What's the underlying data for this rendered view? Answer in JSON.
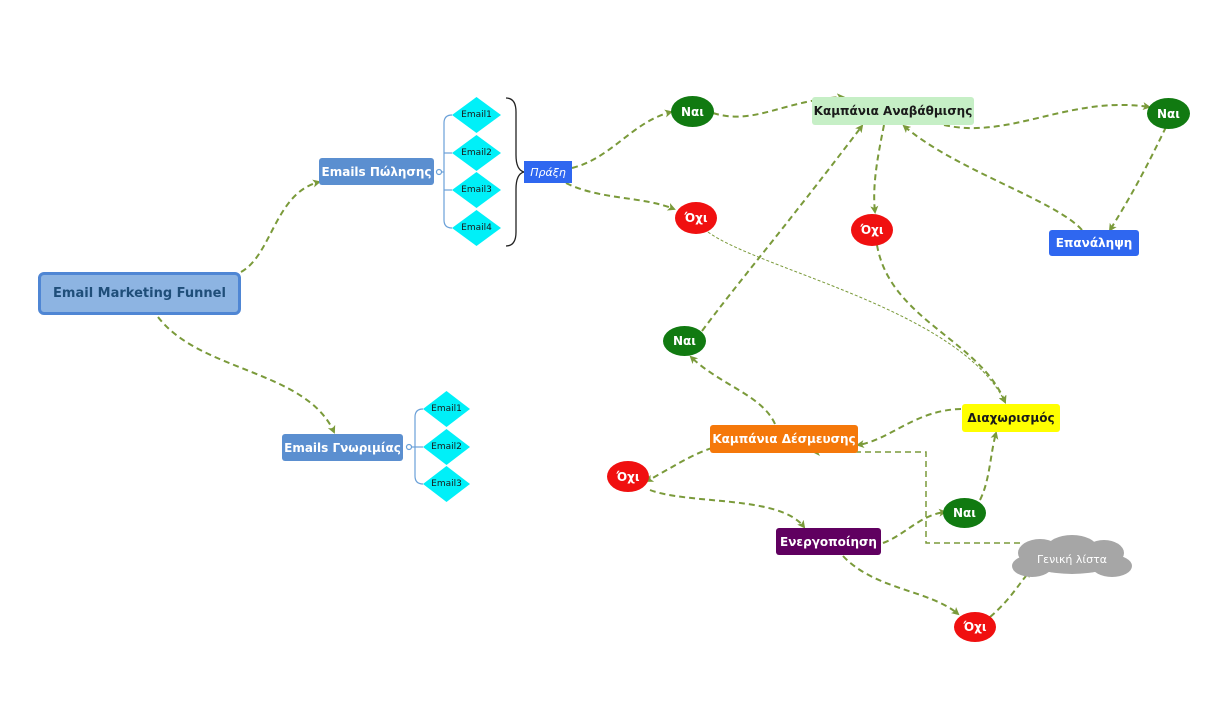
{
  "nodes": {
    "root": "Email Marketing Funnel",
    "sales": "Emails Πώλησης",
    "intro": "Emails Γνωριμίας",
    "sales_emails": [
      "Email1",
      "Email2",
      "Email3",
      "Email4"
    ],
    "intro_emails": [
      "Email1",
      "Email2",
      "Email3"
    ],
    "praxi": "Πράξη",
    "yes_1": "Ναι",
    "no_1": "Όχι",
    "upgrade": "Καμπάνια Αναβάθμισης",
    "yes_2": "Ναι",
    "repeat": "Επανάληψη",
    "no_2": "Όχι",
    "segment": "Διαχωρισμός",
    "yes_3": "Ναι",
    "commit": "Καμπάνια Δέσμευσης",
    "no_3": "Όχι",
    "activate": "Ενεργοποίηση",
    "yes_4": "Ναι",
    "general_list": "Γενική λίστα",
    "no_4": "Όχι"
  },
  "colors": {
    "connector": "#7a9a3a",
    "branch": "#6aa0d8",
    "yes": "#117a11",
    "no": "#f01010",
    "cloud": "#a6a6a6"
  }
}
